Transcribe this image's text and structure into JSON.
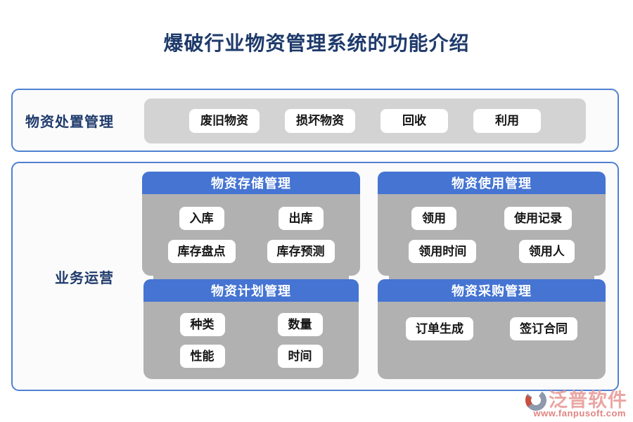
{
  "title": "爆破行业物资管理系统的功能介绍",
  "disposal": {
    "label": "物资处置管理",
    "buttons": [
      "废旧物资",
      "损坏物资",
      "回收",
      "利用"
    ]
  },
  "operations": {
    "label": "业务运营",
    "panels": [
      {
        "title": "物资存储管理",
        "rows": [
          [
            "入库",
            "出库"
          ],
          [
            "库存盘点",
            "库存预测"
          ]
        ]
      },
      {
        "title": "物资使用管理",
        "rows": [
          [
            "领用",
            "使用记录"
          ],
          [
            "领用时间",
            "领用人"
          ]
        ]
      },
      {
        "title": "物资计划管理",
        "rows": [
          [
            "种类",
            "数量"
          ],
          [
            "性能",
            "时间"
          ]
        ]
      },
      {
        "title": "物资采购管理",
        "rows": [
          [
            "订单生成",
            "签订合同"
          ]
        ]
      }
    ]
  },
  "footer": {
    "brand": "泛普软件",
    "url": "www.fanpusoft.com",
    "logo_icon": "fanpu-swirl-icon"
  },
  "colors": {
    "title_navy": "#1e3a6b",
    "box_border": "#5081d2",
    "header_blue": "#4574d2",
    "tray_gray": "#d3d3d3",
    "panel_gray": "#b1b1b1",
    "chip_bg": "#ffffff",
    "chip_text": "#141414",
    "brand_pink": "#e9a6a3",
    "url_red": "#df8581"
  }
}
